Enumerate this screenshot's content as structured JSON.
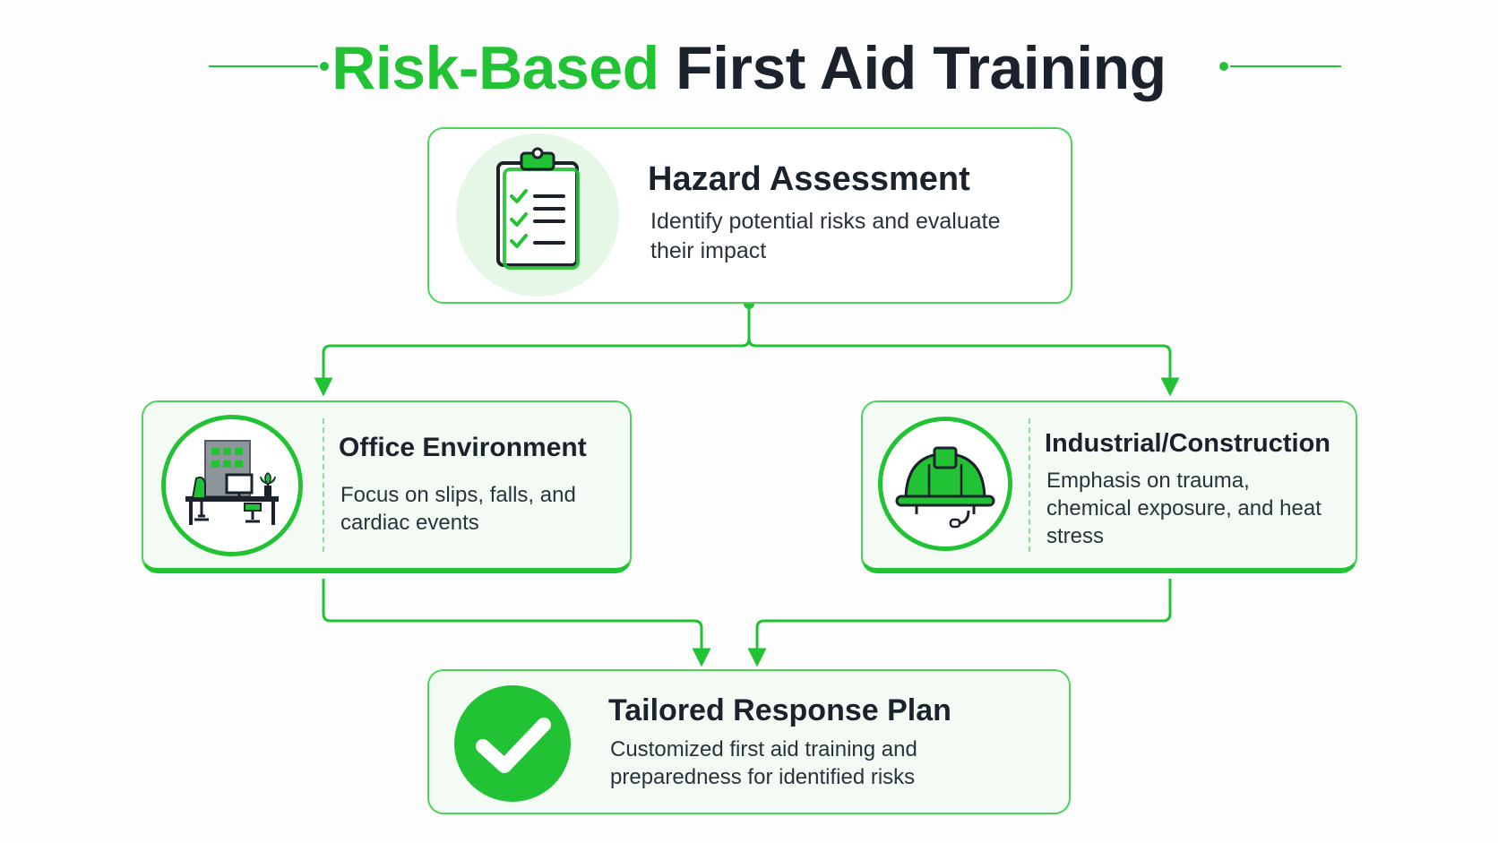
{
  "title": {
    "accent": "Risk-Based",
    "rest": "First Aid Training"
  },
  "nodes": {
    "hazard": {
      "title": "Hazard Assessment",
      "description": "Identify potential risks and evaluate their impact",
      "icon": "clipboard-checklist-icon"
    },
    "office": {
      "title": "Office Environment",
      "description": "Focus on slips, falls, and cardiac events",
      "icon": "office-desk-icon"
    },
    "industrial": {
      "title": "Industrial/Construction",
      "description": "Emphasis on trauma, chemical exposure, and heat stress",
      "icon": "hard-hat-icon"
    },
    "plan": {
      "title": "Tailored Response Plan",
      "description": "Customized first aid training and preparedness for identified risks",
      "icon": "checkmark-icon"
    }
  },
  "colors": {
    "accent": "#22c235",
    "border": "#4cd45a",
    "text": "#1b222b",
    "card_bg": "#f4faf4"
  }
}
